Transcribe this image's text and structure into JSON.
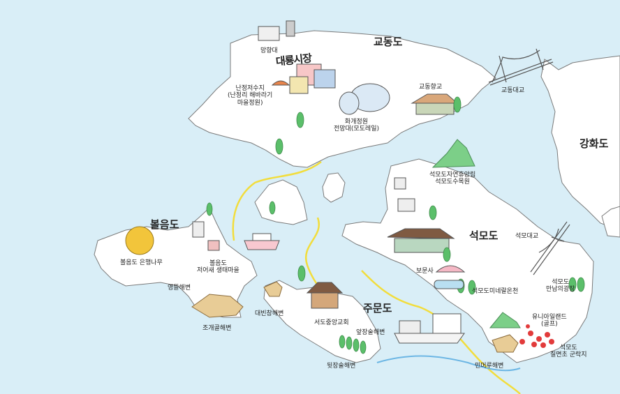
{
  "map": {
    "islands": {
      "gyodongdo": "교동도",
      "ganghwado": "강화도",
      "boreumdo": "볼음도",
      "seokmodo": "석모도",
      "jumundo": "주문도"
    },
    "places": {
      "manghyangdae": "망향대",
      "daeryong_market": "대룡시장",
      "nanjeong": "난정저수지\n(난정리 해바라기\n마을정원)",
      "hwagae": "화개정원\n전망대(모도레일)",
      "hyanggyo": "교동향교",
      "gyodong_bridge": "교동대교",
      "forest": "석모도자연휴양림\n석모도수목원",
      "bomunsa": "보문사",
      "seokmo_bridge": "석모대교",
      "spa": "석모도미네랄온천",
      "plaza": "석모도\n만남의광장",
      "golf": "유니아일랜드\n(골프)",
      "flowers": "석모도\n칠면초 군락지",
      "minmeoru": "민머루해변",
      "ginkgo": "볼음도 은행나무",
      "wetland": "볼음도\n저어새 생태마을",
      "yeongttul": "영뜰해변",
      "jogaegol": "조개골해변",
      "daebinchang": "대빈창해변",
      "church": "서도중앙교회",
      "apjangsul": "앞장술해변",
      "dwitjangsul": "뒷장술해변"
    }
  },
  "colors": {
    "sea": "#d9eef7",
    "land": "#ffffff",
    "ferry_route": "#f2dd3c",
    "river": "#6cb6e4",
    "tree": "#5bbf6a"
  }
}
